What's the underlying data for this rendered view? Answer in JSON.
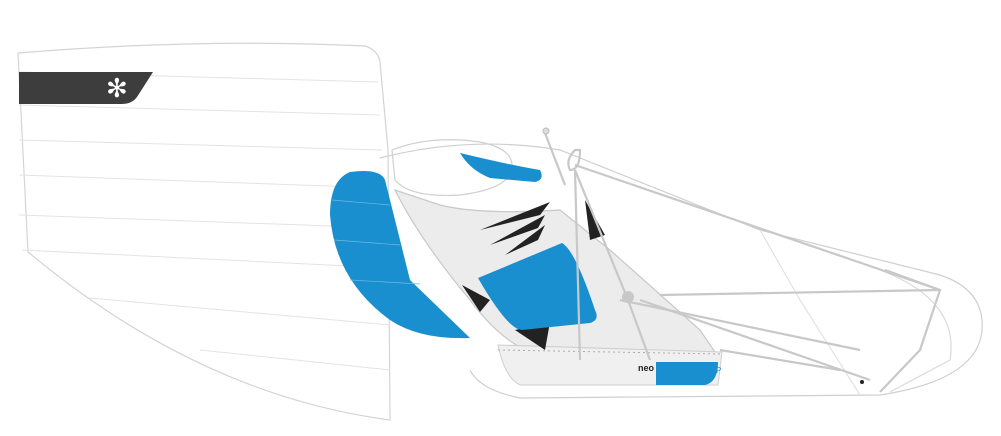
{
  "illustration": {
    "subject": "paragliding pod harness side view",
    "brand_label": "neo",
    "size_label": "P",
    "logo_glyph": "✻"
  },
  "colors": {
    "background": "#ffffff",
    "outline": "#cfcfcf",
    "strap": "#c8c8c8",
    "seat_fill": "#ececec",
    "accent_blue": "#1a8fcf",
    "dark_panel": "#3d3d3d",
    "black_detail": "#222222"
  }
}
